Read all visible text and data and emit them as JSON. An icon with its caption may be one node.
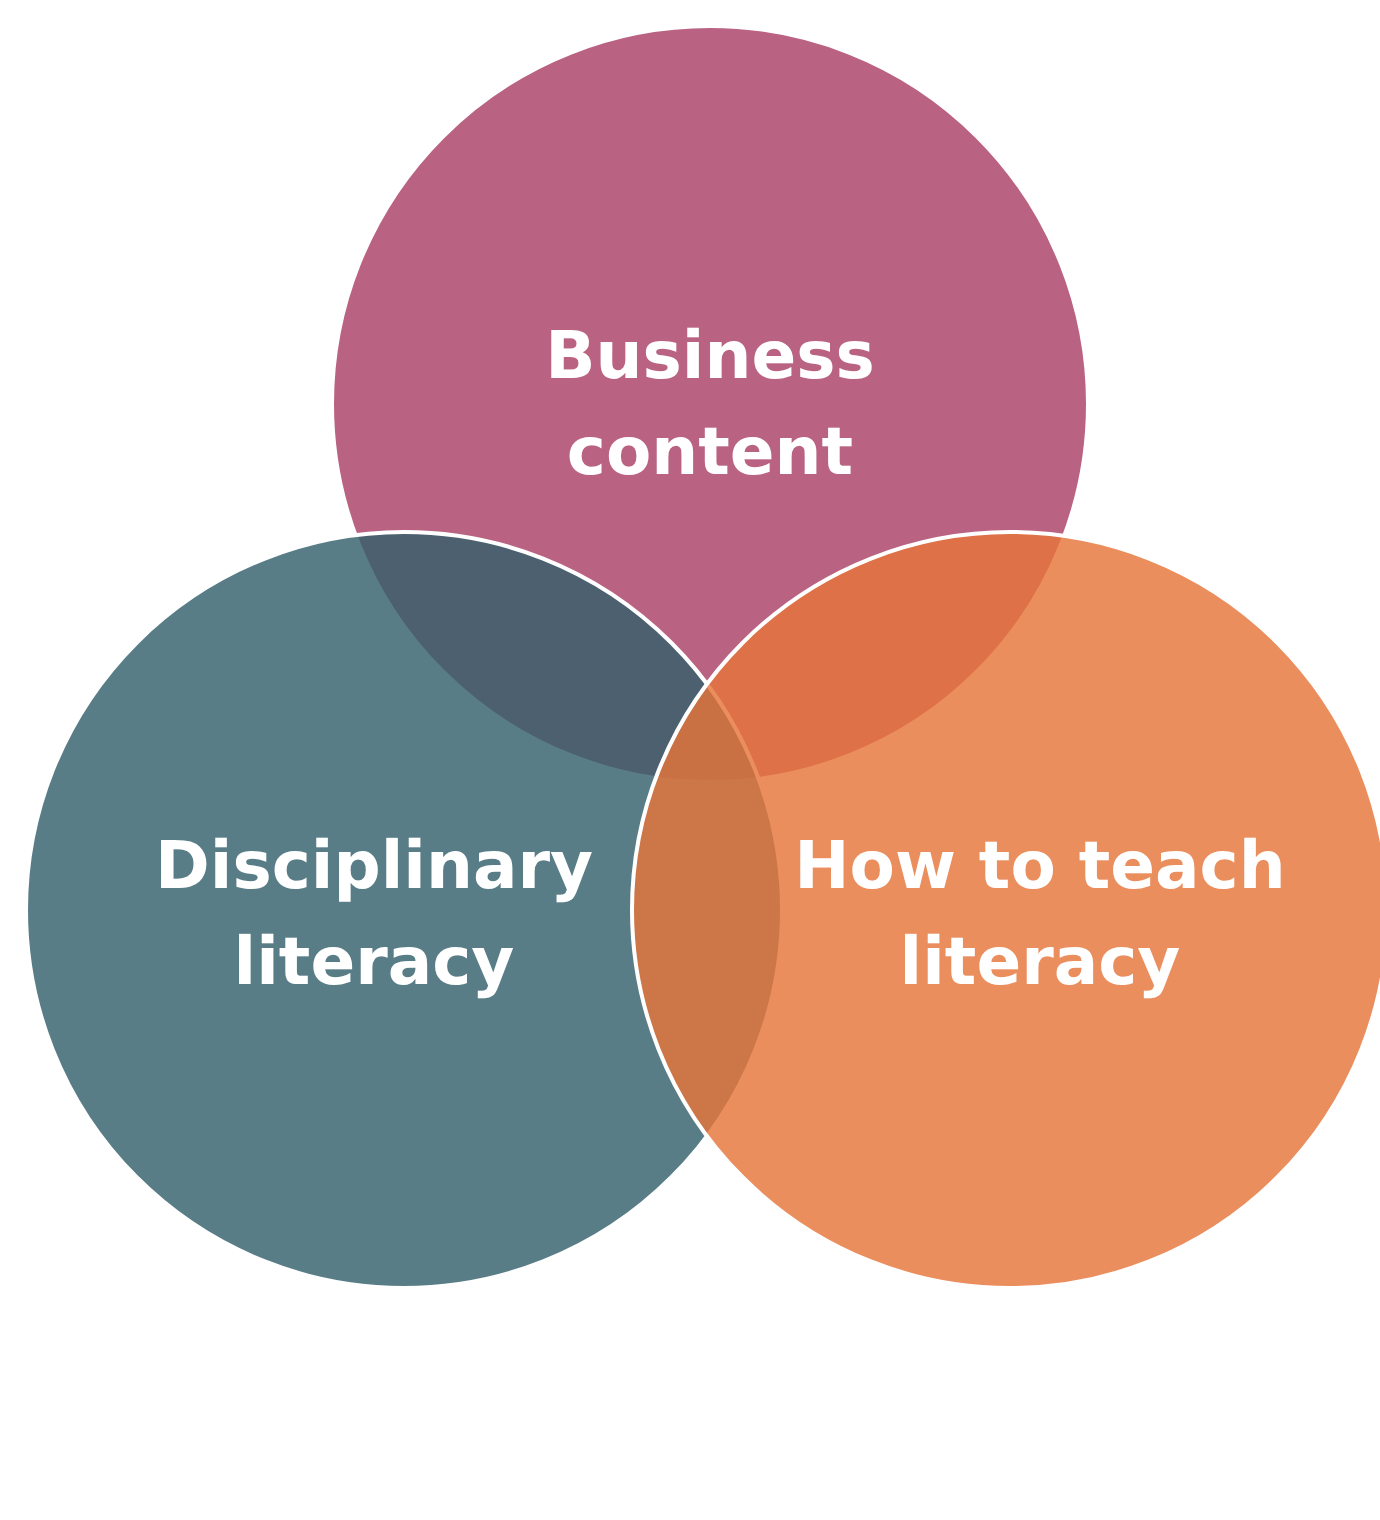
{
  "diagram": {
    "nodes": [
      {
        "text": [
          "Business content"
        ]
      },
      {
        "text": [
          "Disciplinary literacy"
        ]
      },
      {
        "text": [
          "How to teach literacy"
        ]
      }
    ]
  }
}
